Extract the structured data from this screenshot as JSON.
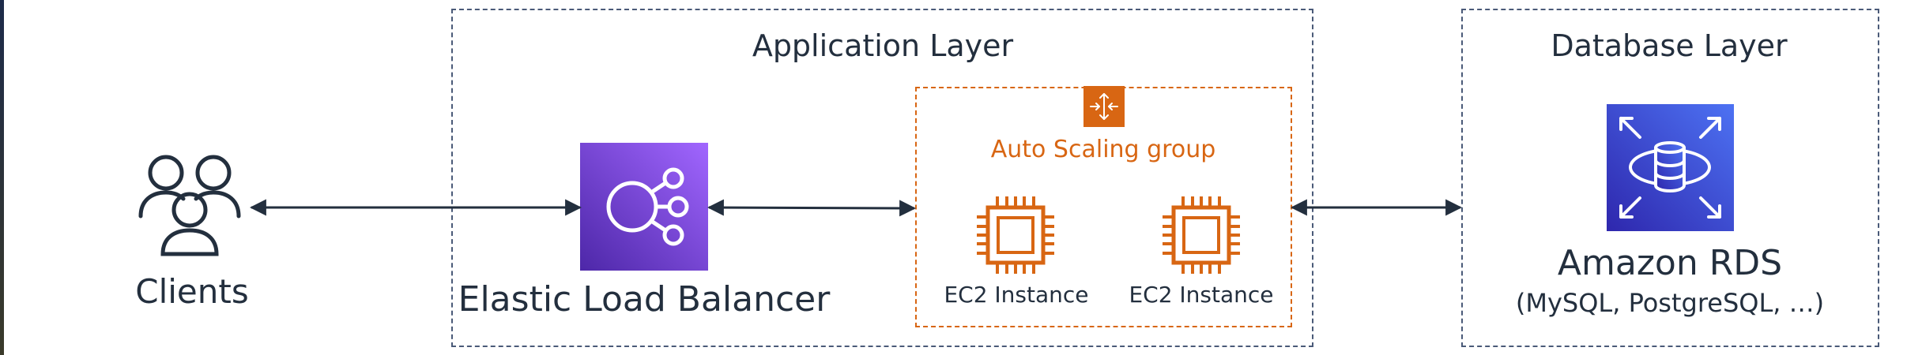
{
  "clients": {
    "label": "Clients",
    "icon": "users-icon"
  },
  "application_layer": {
    "title": "Application Layer",
    "load_balancer": {
      "label": "Elastic Load Balancer",
      "icon": "elastic-load-balancer-icon",
      "color_top": "#a166ff",
      "color_bottom": "#4d27a8"
    },
    "auto_scaling_group": {
      "label": "Auto Scaling group",
      "icon": "auto-scaling-icon",
      "color": "#d86613",
      "instances": [
        {
          "label": "EC2 Instance",
          "icon": "ec2-instance-icon"
        },
        {
          "label": "EC2 Instance",
          "icon": "ec2-instance-icon"
        }
      ]
    }
  },
  "database_layer": {
    "title": "Database Layer",
    "rds": {
      "label": "Amazon RDS",
      "sublabel": "(MySQL, PostgreSQL, …)",
      "icon": "amazon-rds-icon",
      "color_top": "#4d72f3",
      "color_bottom": "#2e27ad"
    }
  },
  "colors": {
    "group_border": "#4a5a78",
    "asg_border": "#d86613",
    "arrow": "#232f3e",
    "text": "#232f3e"
  }
}
